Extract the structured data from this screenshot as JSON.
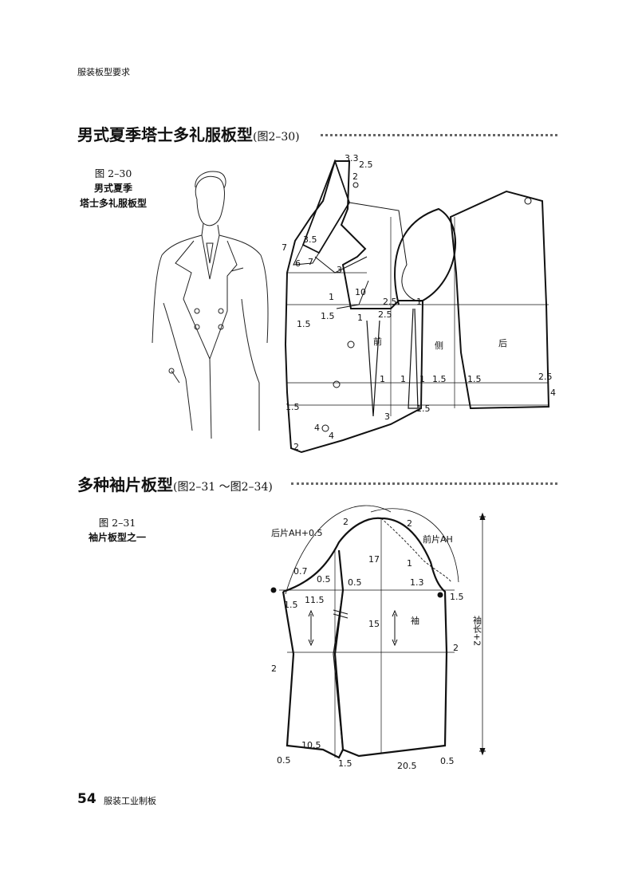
{
  "header": {
    "running_title": "服装板型要求"
  },
  "section1": {
    "title": "男式夏季塔士多礼服板型",
    "ref": "(图2–30)"
  },
  "figure30": {
    "number": "图 2–30",
    "caption_line1": "男式夏季",
    "caption_line2": "塔士多礼服板型"
  },
  "pattern30": {
    "labels": {
      "front": "前",
      "side": "侧",
      "back": "后"
    },
    "dims": [
      "3.3",
      "2.5",
      "2",
      "7",
      "3.5",
      "6",
      "7",
      "3",
      "10",
      "1",
      "1.5",
      "2.5",
      "2.5",
      "1",
      "1.5",
      "1",
      "1",
      "1",
      "1",
      "1.5",
      "1.5",
      "2.5",
      "4",
      "1.5",
      "3",
      "1.5",
      "4",
      "4",
      "2"
    ]
  },
  "section2": {
    "title": "多种袖片板型",
    "ref": "(图2–31 ～图2–34)"
  },
  "figure31": {
    "number": "图 2–31",
    "caption": "袖片板型之一"
  },
  "pattern31": {
    "labels": {
      "back_ah": "后片AH+0.5",
      "front_ah": "前片AH",
      "sleeve": "袖",
      "sleeve_length": "袖长+2"
    },
    "dims": {
      "d2a": "2",
      "d2b": "2",
      "d17": "17",
      "d1": "1",
      "d07": "0.7",
      "d05a": "0.5",
      "d05b": "0.5",
      "d13": "1.3",
      "d115": "11.5",
      "d15a": "1.5",
      "d15b": "1.5",
      "d15c": "15",
      "d2c": "2",
      "d2d": "2",
      "d105": "10.5",
      "d05c": "0.5",
      "d15d": "1.5",
      "d205": "20.5",
      "d05d": "0.5"
    }
  },
  "footer": {
    "page_number": "54",
    "book_title": "服装工业制板"
  }
}
